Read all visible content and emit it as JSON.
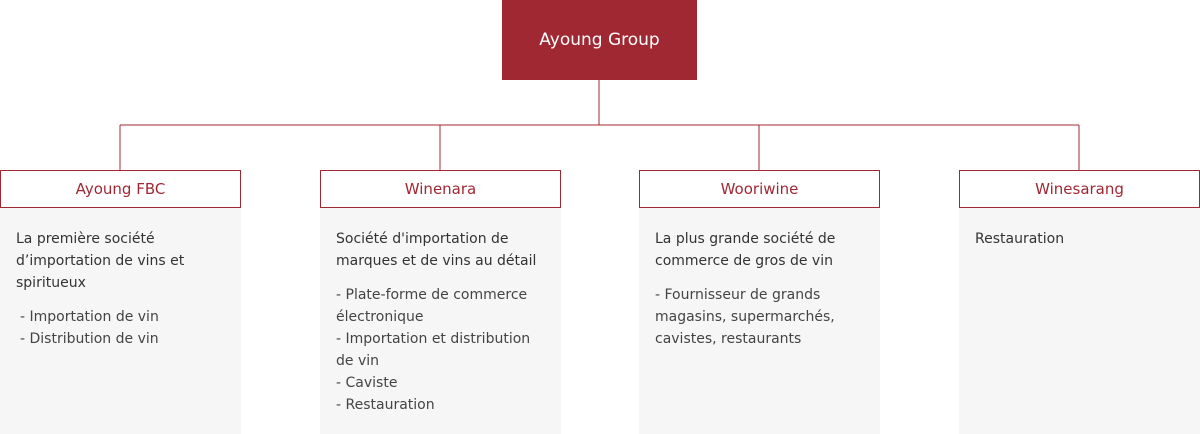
{
  "root": {
    "label": "Ayoung Group",
    "color": "#a02833"
  },
  "companies": [
    {
      "name": "Ayoung FBC",
      "title": "La première société d’importation de vins et spiritueux",
      "bullets": [
        "- Importation de vin",
        "- Distribution de vin"
      ]
    },
    {
      "name": "Winenara",
      "title": "Société d'importation de marques et de vins au détail",
      "bullets": [
        "- Plate-forme de commerce électronique",
        "- Importation et distribution de vin",
        "- Caviste",
        "- Restauration"
      ]
    },
    {
      "name": "Wooriwine",
      "title": "La plus grande société de commerce de gros de vin",
      "bullets": [
        "- Fournisseur de grands magasins, supermarchés, cavistes, restaurants"
      ]
    },
    {
      "name": "Winesarang",
      "title": "Restauration",
      "bullets": []
    }
  ]
}
